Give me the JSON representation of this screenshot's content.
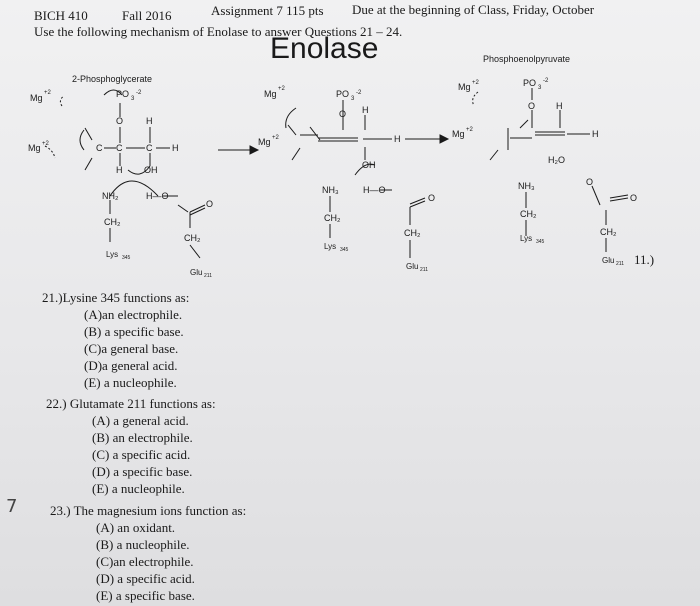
{
  "header": {
    "course": "BICH 410",
    "term": "Fall 2016",
    "assignment": "Assignment 7 115 pts",
    "due": "Due at the beginning of Class, Friday, October",
    "instructions": "Use the following mechanism of Enolase to answer Questions 21 – 24."
  },
  "figure": {
    "title": "Enolase",
    "substrate_label": "2-Phosphoglycerate",
    "product_label": "Phosphoenolpyruvate",
    "labels": {
      "mg": "Mg",
      "mg_charge": "+2",
      "po3": "PO",
      "po3_sub": "3",
      "po3_charge": "-2",
      "o": "O",
      "h": "H",
      "c": "C",
      "oh": "OH",
      "h2o": "H₂O",
      "nh3": "NH₃",
      "nh2": "NH₂",
      "ch2": "CH₂",
      "lys": "Lys",
      "lys_sub": "345",
      "glu": "Glu",
      "glu_sub": "211",
      "h_o": "H—O"
    },
    "side_number": "11.)"
  },
  "margin_mark": "7",
  "questions": [
    {
      "number": "21.)",
      "text": "Lysine 345 functions as:",
      "options": [
        {
          "letter": "(A)",
          "text": "an electrophile."
        },
        {
          "letter": "(B)",
          "text": "a specific base."
        },
        {
          "letter": "(C)",
          "text": "a general base."
        },
        {
          "letter": "(D)",
          "text": "a general acid."
        },
        {
          "letter": "(E)",
          "text": "a nucleophile."
        }
      ]
    },
    {
      "number": "22.)",
      "text": "Glutamate 211 functions as:",
      "options": [
        {
          "letter": "(A)",
          "text": "a general acid."
        },
        {
          "letter": "(B)",
          "text": "an electrophile."
        },
        {
          "letter": "(C)",
          "text": "a specific acid."
        },
        {
          "letter": "(D)",
          "text": "a specific base."
        },
        {
          "letter": "(E)",
          "text": "a nucleophile."
        }
      ]
    },
    {
      "number": "23.)",
      "text": "The magnesium ions function as:",
      "options": [
        {
          "letter": "(A)",
          "text": "an oxidant."
        },
        {
          "letter": "(B)",
          "text": "a nucleophile."
        },
        {
          "letter": "(C)",
          "text": "an electrophile."
        },
        {
          "letter": "(D)",
          "text": "a specific acid."
        },
        {
          "letter": "(E)",
          "text": "a specific base."
        }
      ]
    }
  ]
}
